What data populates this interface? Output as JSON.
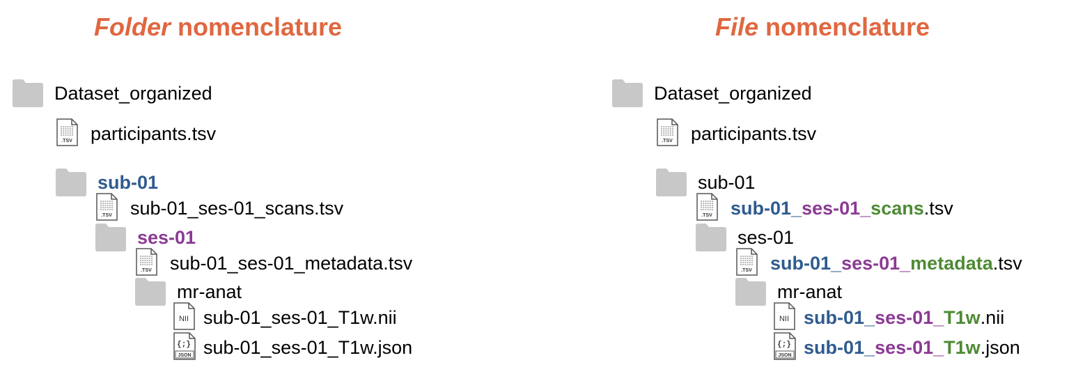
{
  "colors": {
    "title": "#e0673f",
    "subject": "#2f5b8f",
    "session": "#8b3a94",
    "suffix": "#4e8a35",
    "folder_icon": "#c8c8c8",
    "text": "#000000"
  },
  "left": {
    "title_italic": "Folder",
    "title_rest": " nomenclature",
    "root": "Dataset_organized",
    "participants": "participants.tsv",
    "sub_folder": "sub-01",
    "scans": "sub-01_ses-01_scans.tsv",
    "ses_folder": "ses-01",
    "metadata": "sub-01_ses-01_metadata.tsv",
    "anat_folder": "mr-anat",
    "nii": "sub-01_ses-01_T1w.nii",
    "json": "sub-01_ses-01_T1w.json"
  },
  "right": {
    "title_italic": "File",
    "title_rest": " nomenclature",
    "root": "Dataset_organized",
    "participants": "participants.tsv",
    "sub_folder": "sub-01",
    "ses_folder": "ses-01",
    "anat_folder": "mr-anat",
    "scans": {
      "sub": "sub-01",
      "sep1": "_",
      "ses": "ses-01",
      "sep2": "_",
      "suffix": "scans",
      "ext": ".tsv"
    },
    "metadata": {
      "sub": "sub-01",
      "sep1": "_",
      "ses": "ses-01",
      "sep2": "_",
      "suffix": "metadata",
      "ext": ".tsv"
    },
    "nii": {
      "sub": "sub-01",
      "sep1": "_",
      "ses": "ses-01",
      "sep2": "_",
      "suffix": "T1w",
      "ext": ".nii"
    },
    "json": {
      "sub": "sub-01",
      "sep1": "_",
      "ses": "ses-01",
      "sep2": "_",
      "suffix": "T1w",
      "ext": ".json"
    }
  },
  "icons": {
    "folder": "folder-icon",
    "tsv": "tsv-file-icon",
    "nii": "nii-file-icon",
    "json": "json-file-icon",
    "tsv_tag": ".TSV",
    "nii_tag": "NII",
    "json_tag": "JSON",
    "json_glyph": "{;}"
  }
}
